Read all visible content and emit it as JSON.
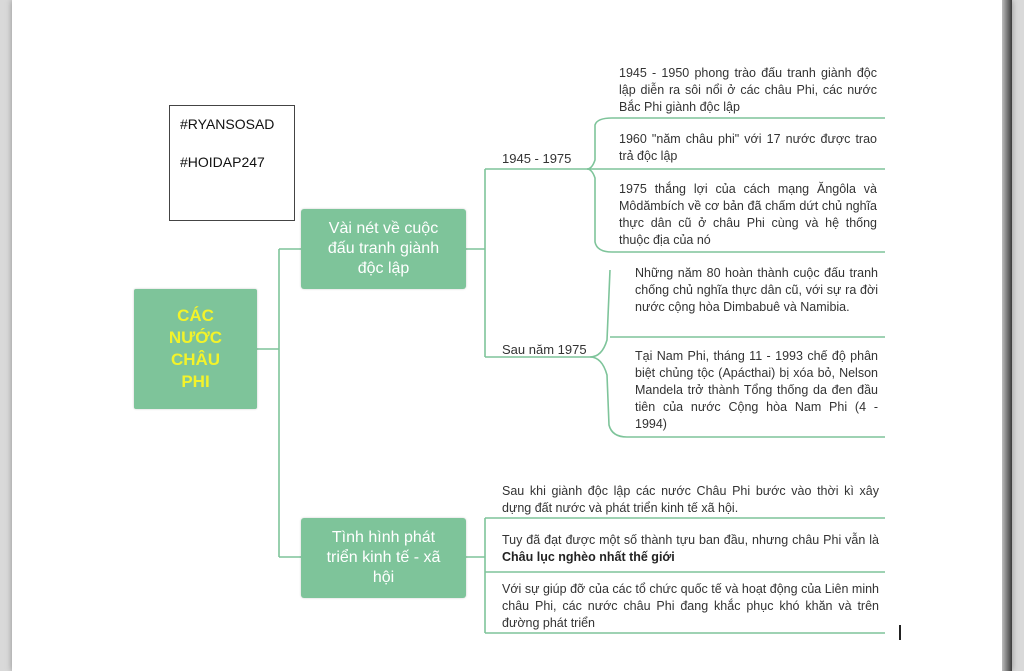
{
  "tags": [
    "#RYANSOSAD",
    "#HOIDAP247"
  ],
  "root": "CÁC NƯỚC CHÂU PHI",
  "branches": [
    {
      "label": "Vài nét về cuộc đấu tranh giành độc lập",
      "periods": [
        {
          "label": "1945 - 1975",
          "items": [
            "1945 - 1950 phong trào đấu tranh giành độc lập diễn ra sôi nổi ở các châu Phi, các nước Bắc Phi giành độc lập",
            "1960 \"năm châu phi\" với 17 nước được trao trả độc lập",
            "1975 thắng lợi của cách mạng Ăngôla và Môdămbích về cơ bản đã chấm dứt chủ nghĩa thực dân cũ ở châu Phi cùng và hệ thống thuộc địa của nó"
          ]
        },
        {
          "label": "Sau năm 1975",
          "items": [
            "Những năm 80 hoàn thành cuộc đấu tranh chống chủ nghĩa thực dân cũ, với sự ra đời nước cộng hòa Dimbabuê và Namibia.",
            "Tại Nam Phi, tháng 11 - 1993 chế độ phân biệt chủng tộc (Apácthai) bị xóa bỏ, Nelson Mandela trở thành Tổng thống da đen đầu tiên của nước Cộng hòa Nam Phi (4 - 1994)"
          ]
        }
      ]
    },
    {
      "label": "Tình hình phát triển kinh tế  - xã hội",
      "items": [
        "Sau khi giành độc lập các nước Châu Phi bước vào thời kì xây dựng đất nước và phát triển kinh tế xã hội.",
        "Tuy đã đạt được một số thành tựu ban đầu, nhưng châu Phi vẫn là",
        "Châu lục nghèo nhất thế giới",
        "Với sự giúp đỡ của các tổ chức quốc tế và hoạt động của Liên minh châu Phi, các nước châu Phi đang khắc phục khó khăn và trên đường phát triển"
      ]
    }
  ],
  "colors": {
    "node": "#7ec49a",
    "line": "#7ec49a",
    "root_text": "#f3f32a"
  }
}
